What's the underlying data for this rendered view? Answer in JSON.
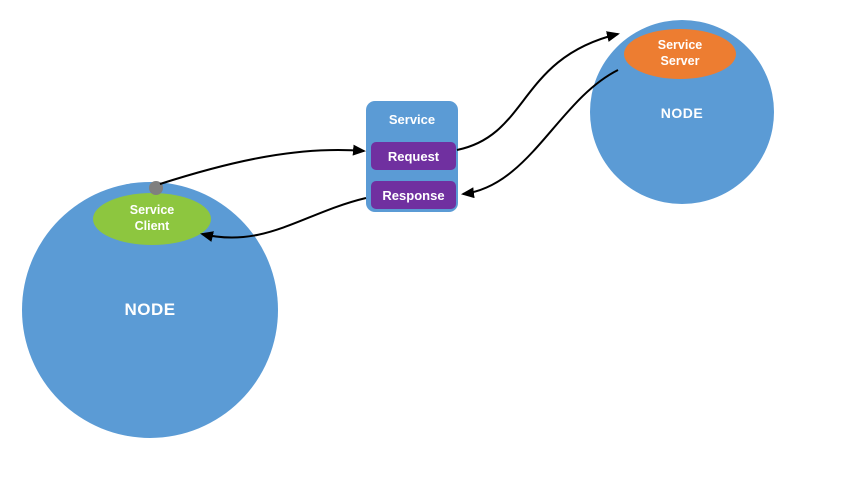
{
  "diagram": {
    "left_node": {
      "label": "NODE"
    },
    "right_node": {
      "label": "NODE"
    },
    "service_client": {
      "label": "Service Client"
    },
    "service_server": {
      "label": "Service Server"
    },
    "service_box": {
      "title": "Service",
      "request_label": "Request",
      "response_label": "Response"
    }
  },
  "colors": {
    "node-blue": "#5b9bd5",
    "client-green": "#8dc63f",
    "server-orange": "#ed7d31",
    "action-purple": "#7030a0",
    "dot-gray": "#7f7f7f",
    "arrow-black": "#000000",
    "background": "#ffffff"
  }
}
